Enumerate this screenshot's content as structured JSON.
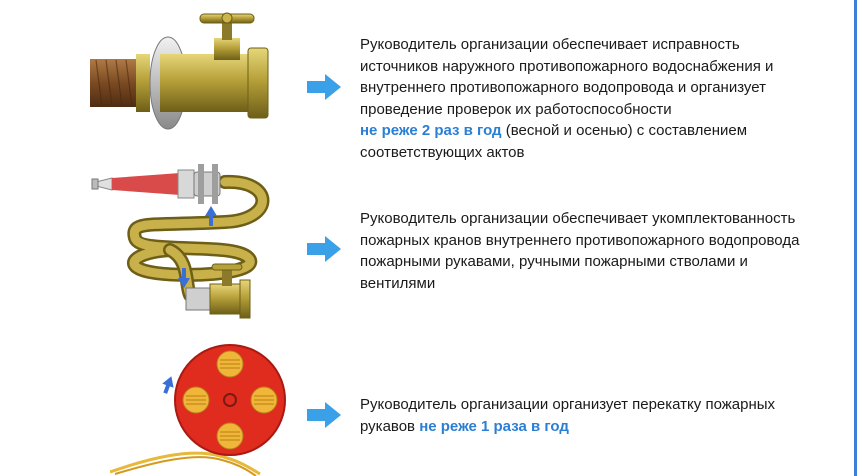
{
  "items": [
    {
      "text": "Руководитель организации обеспечивает исправность источников наружного противопожарного водоснабжения и внутреннего противопожарного водопровода и организует проведение проверок их работоспособности",
      "highlight": "не реже 2 раз в год",
      "tail": " (весной и осенью) с составлением соответствующих актов",
      "icon": "hydrant-valve-icon"
    },
    {
      "text": "Руководитель организации обеспечивает укомплектованность пожарных кранов внутреннего противопожарного водопровода пожарными рукавами, ручными пожарными стволами и вентилями",
      "icon": "fire-hose-icon"
    },
    {
      "text": "Руководитель организации организует перекатку пожарных рукавов ",
      "highlight": "не реже 1 раза в год",
      "icon": "hose-reel-icon"
    }
  ],
  "colors": {
    "accent": "#2a7fd4",
    "arrow": "#3aa0e8",
    "brass": "#b7a13a",
    "reel": "#e02b1f"
  }
}
